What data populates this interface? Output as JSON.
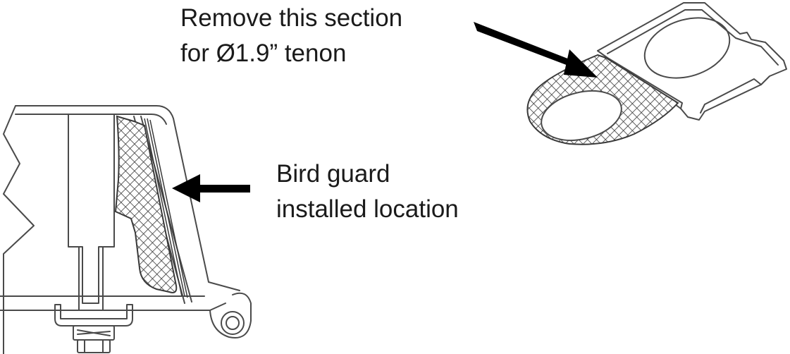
{
  "callouts": {
    "remove_section": {
      "line1": "Remove this section",
      "line2": "for Ø1.9” tenon"
    },
    "bird_guard": {
      "line1": "Bird guard",
      "line2": "installed location"
    }
  },
  "colors": {
    "line": "#4a4a4a",
    "arrow": "#000000",
    "text": "#1a1a1a",
    "hatch": "#3a3a3a",
    "background": "#ffffff"
  }
}
